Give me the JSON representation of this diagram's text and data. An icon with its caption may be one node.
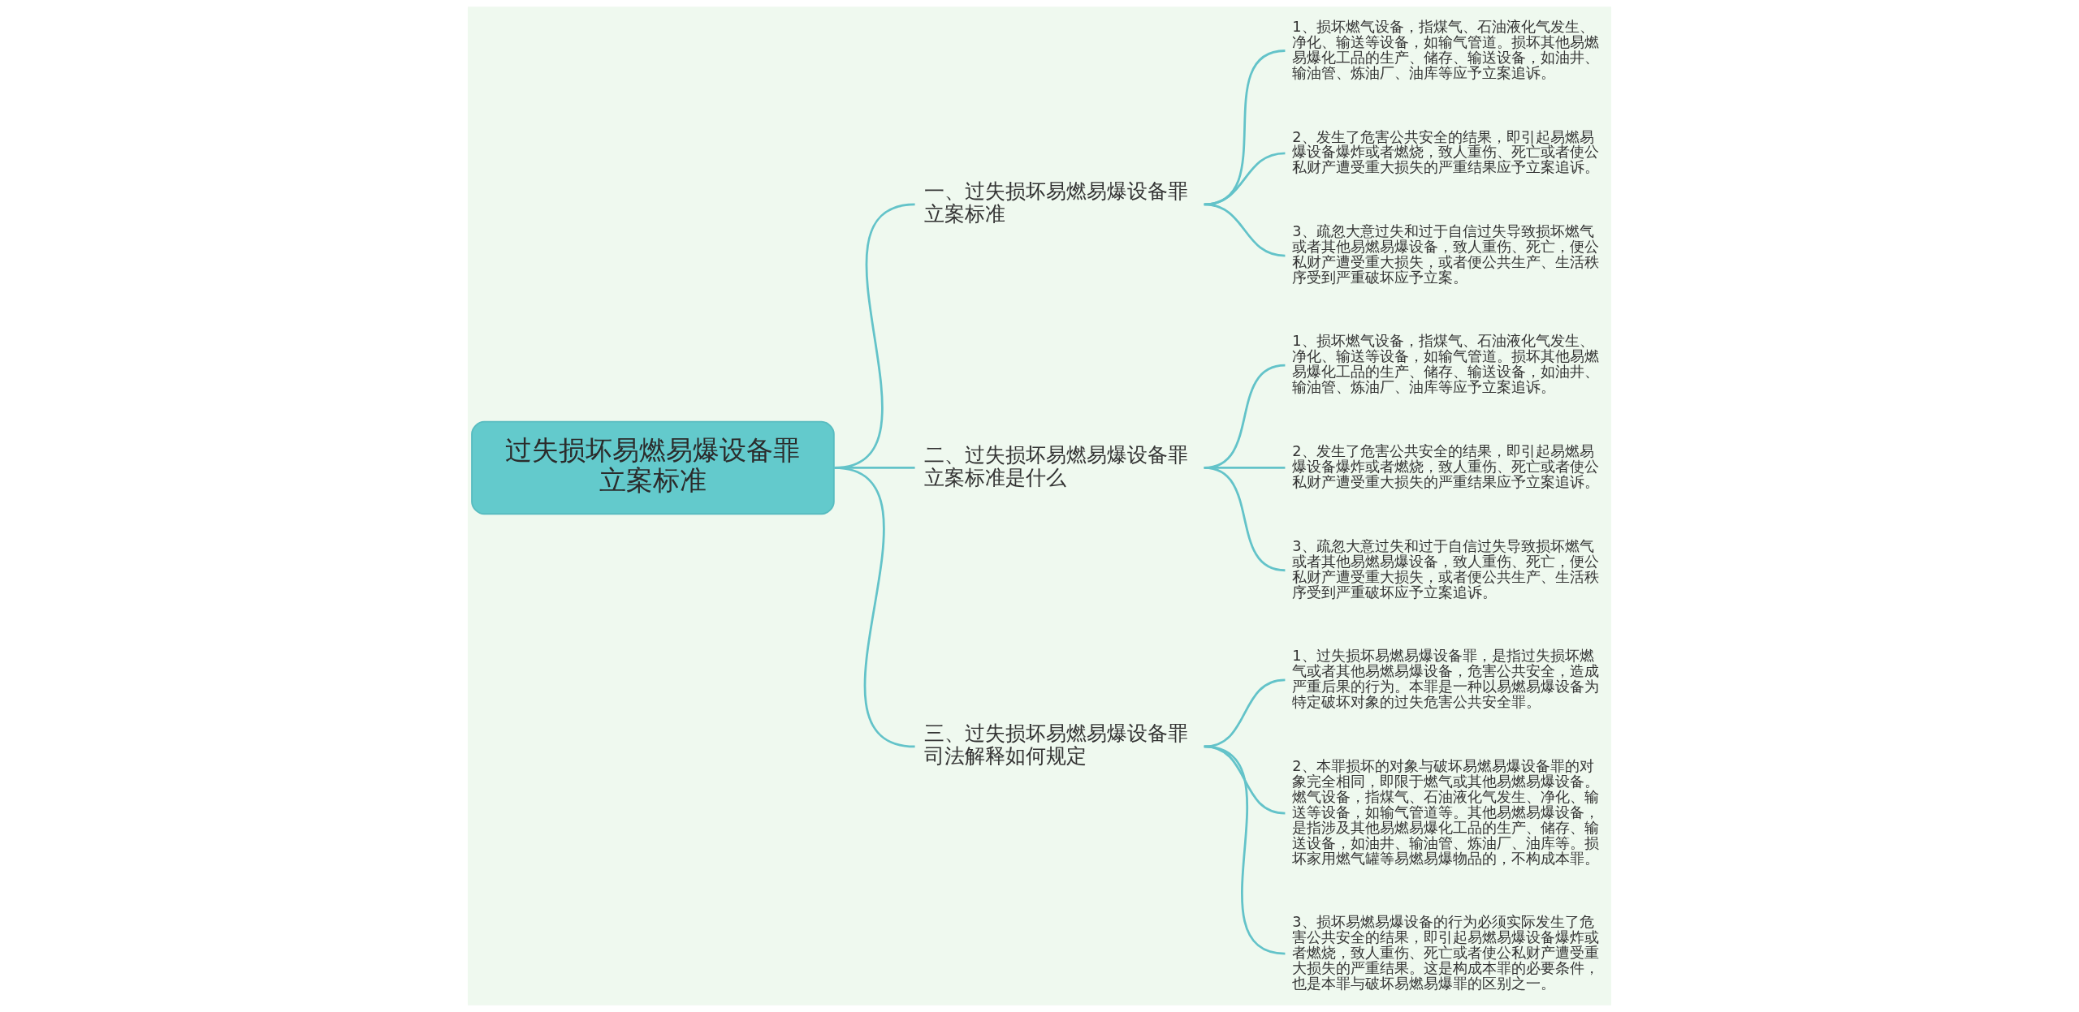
{
  "diagram": {
    "nodes": [
      {
        "text": [
          "过失损坏易燃易爆设备罪立案标准"
        ]
      },
      {
        "text": [
          "一、过失损坏易燃易爆设备罪立案标准"
        ]
      },
      {
        "text": [
          "1、损坏燃气设备，指煤气、石油液化气发生、净化、输送等设备，如输气管道。损坏其他易燃易爆化工品的生产、储存、输送设备，如油井、输油管、炼油厂、油库等应予立案追诉。"
        ]
      },
      {
        "text": [
          "2、发生了危害公共安全的结果，即引起易燃易爆设备爆炸或者燃烧，致人重伤、死亡或者使公私财产遭受重大损失的严重结果应予立案追诉。"
        ]
      },
      {
        "text": [
          "3、疏忽大意过失和过于自信过失导致损坏燃气或者其他易燃易爆设备，致人重伤、死亡，便公私财产遭受重大损失，或者便公共生产、生活秩序受到严重破坏应予立案。"
        ]
      },
      {
        "text": [
          "二、过失损坏易燃易爆设备罪立案标准是什么"
        ]
      },
      {
        "text": [
          "1、损坏燃气设备，指煤气、石油液化气发生、净化、输送等设备，如输气管道。损坏其他易燃易爆化工品的生产、储存、输送设备，如油井、输油管、炼油厂、油库等应予立案追诉。"
        ]
      },
      {
        "text": [
          "2、发生了危害公共安全的结果，即引起易燃易爆设备爆炸或者燃烧，致人重伤、死亡或者使公私财产遭受重大损失的严重结果应予立案追诉。"
        ]
      },
      {
        "text": [
          "3、疏忽大意过失和过于自信过失导致损坏燃气或者其他易燃易爆设备，致人重伤、死亡，便公私财产遭受重大损失，或者便公共生产、生活秩序受到严重破坏应予立案追诉。"
        ]
      },
      {
        "text": [
          "三、过失损坏易燃易爆设备罪司法解释如何规定"
        ]
      },
      {
        "text": [
          "1、过失损坏易燃易爆设备罪，是指过失损坏燃气或者其他易燃易爆设备，危害公共安全，造成严重后果的行为。本罪是一种以易燃易爆设备为特定破坏对象的过失危害公共安全罪。"
        ]
      },
      {
        "text": [
          "2、本罪损坏的对象与破坏易燃易爆设备罪的对象完全相同，即限于燃气或其他易燃易爆设备。燃气设备，指煤气、石油液化气发生、净化、输送等设备，如输气管道等。其他易燃易爆设备，是指涉及其他易燃易爆化工品的生产、储存、输送设备，如油井、输油管、炼油厂、油库等。损坏家用燃气罐等易燃易爆物品的，不构成本罪。"
        ]
      },
      {
        "text": [
          "3、损坏易燃易爆设备的行为必须实际发生了危害公共安全的结果，即引起易燃易爆设备爆炸或者燃烧，致人重伤、死亡或者使公私财产遭受重大损失的严重结果。这是构成本罪的必要条件，也是本罪与破坏易燃易爆罪的区别之一。"
        ]
      }
    ],
    "edges": [
      {
        "from": 0,
        "to": 1,
        "arrow": "none"
      },
      {
        "from": 1,
        "to": 2,
        "arrow": "none"
      },
      {
        "from": 1,
        "to": 3,
        "arrow": "none"
      },
      {
        "from": 1,
        "to": 4,
        "arrow": "none"
      },
      {
        "from": 0,
        "to": 5,
        "arrow": "none"
      },
      {
        "from": 5,
        "to": 6,
        "arrow": "none"
      },
      {
        "from": 5,
        "to": 7,
        "arrow": "none"
      },
      {
        "from": 5,
        "to": 8,
        "arrow": "none"
      },
      {
        "from": 0,
        "to": 9,
        "arrow": "none"
      },
      {
        "from": 9,
        "to": 10,
        "arrow": "none"
      },
      {
        "from": 9,
        "to": 11,
        "arrow": "none"
      },
      {
        "from": 9,
        "to": 12,
        "arrow": "none"
      }
    ]
  }
}
